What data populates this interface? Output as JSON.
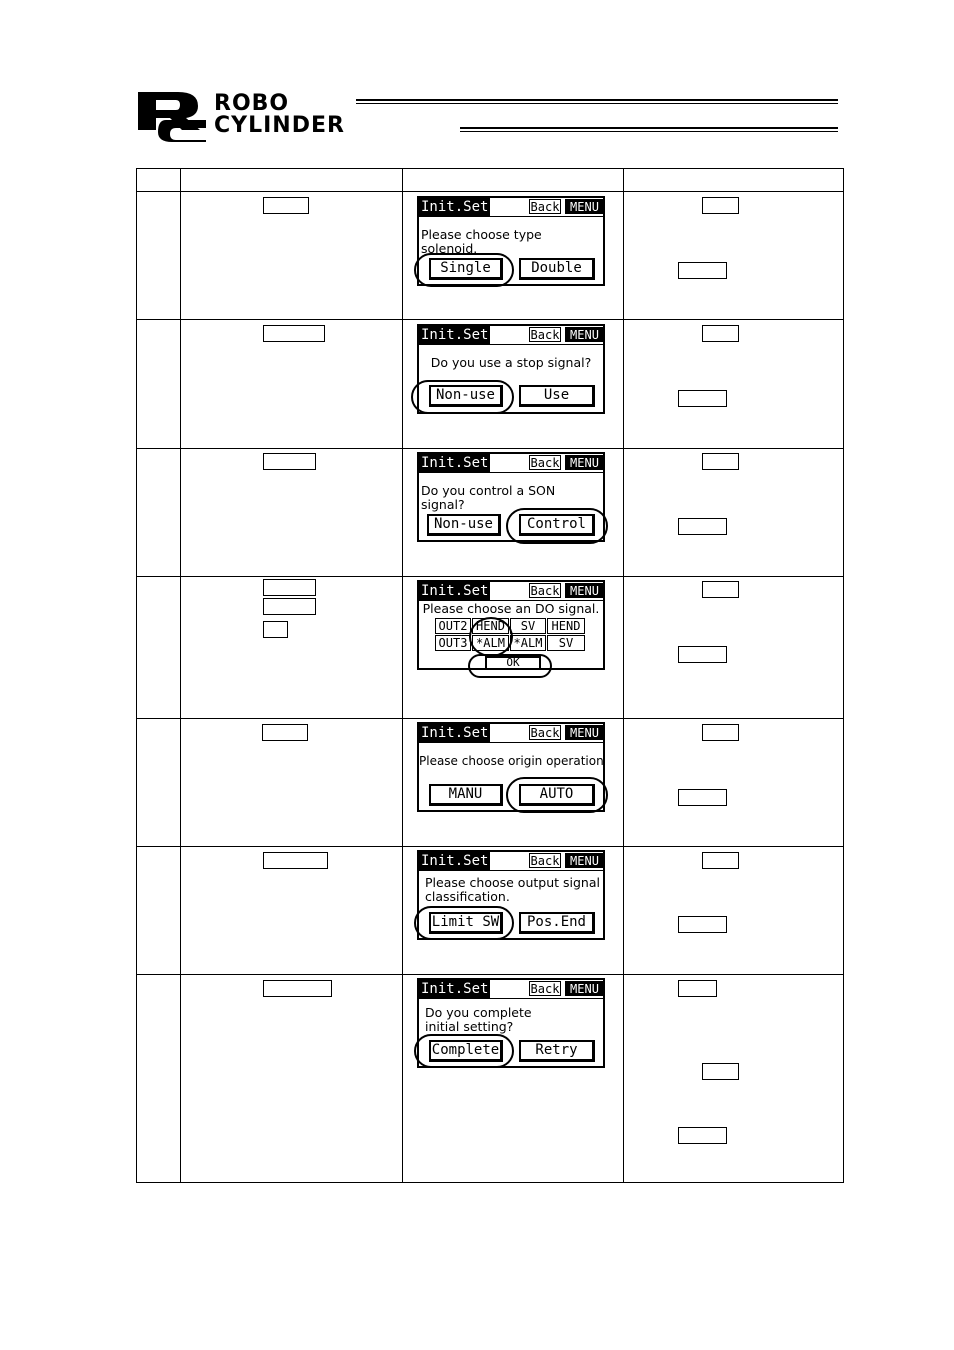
{
  "logo": {
    "mark": "RC",
    "line1": "ROBO",
    "line2": "CYLINDER"
  },
  "screens": [
    {
      "title": "Init.Set",
      "back": "Back",
      "menu": "MENU",
      "message": "Please choose type solenoid.",
      "choices": [
        "Single",
        "Double"
      ],
      "selected": 0
    },
    {
      "title": "Init.Set",
      "back": "Back",
      "menu": "MENU",
      "message": "Do you use a stop signal?",
      "choices": [
        "Non-use",
        "Use"
      ],
      "selected": 0
    },
    {
      "title": "Init.Set",
      "back": "Back",
      "menu": "MENU",
      "message": "Do you control a SON signal?",
      "choices": [
        "Non-use",
        "Control"
      ],
      "selected": 1
    },
    {
      "title": "Init.Set",
      "back": "Back",
      "menu": "MENU",
      "message": "Please choose an DO signal.",
      "grid_row1": [
        "OUT2",
        "HEND",
        "SV",
        "HEND"
      ],
      "grid_row2": [
        "OUT3",
        "*ALM",
        "*ALM",
        "SV"
      ],
      "ok": "OK"
    },
    {
      "title": "Init.Set",
      "back": "Back",
      "menu": "MENU",
      "message": "Please choose origin operation",
      "choices": [
        "MANU",
        "AUTO"
      ],
      "selected": 1
    },
    {
      "title": "Init.Set",
      "back": "Back",
      "menu": "MENU",
      "message": "Please choose output signal classification.",
      "choices": [
        "Limit SW",
        "Pos.End"
      ],
      "selected": 0
    },
    {
      "title": "Init.Set",
      "back": "Back",
      "menu": "MENU",
      "message": "Do you complete initial setting?",
      "choices": [
        "Complete",
        "Retry"
      ],
      "selected": 0
    }
  ]
}
